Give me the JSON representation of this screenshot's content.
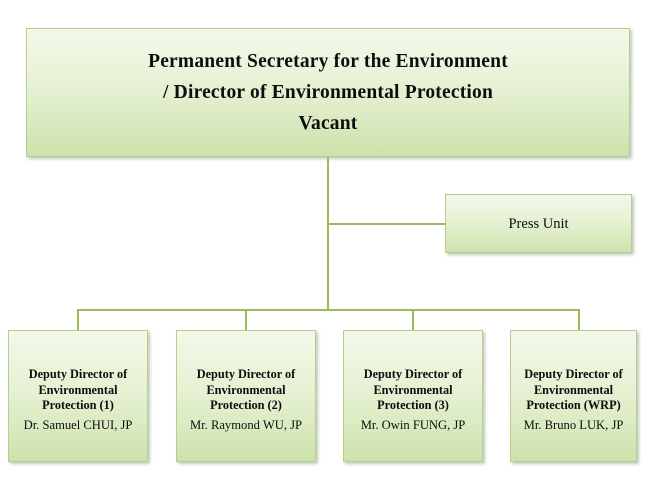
{
  "chart_data": {
    "type": "diagram",
    "diagram_type": "organization-chart",
    "title": "Permanent Secretary for the Environment / Director of Environmental Protection",
    "colors": {
      "box_fill_top": "#f3f8ea",
      "box_fill_bottom": "#cde2ab",
      "box_border": "#b7cf8e",
      "connector": "#9bbb59",
      "text": "#0d0d0d",
      "background": "#ffffff"
    },
    "nodes": [
      {
        "id": "root",
        "level": 0,
        "label": "Permanent Secretary for the Environment / Director of Environmental Protection",
        "status": "Vacant"
      },
      {
        "id": "press",
        "level": 1,
        "label": "Press Unit",
        "relation": "staff"
      },
      {
        "id": "deputy-1",
        "level": 2,
        "label": "Deputy Director of Environmental Protection (1)",
        "person": "Dr. Samuel CHUI, JP"
      },
      {
        "id": "deputy-2",
        "level": 2,
        "label": "Deputy Director of Environmental Protection (2)",
        "person": "Mr. Raymond WU, JP"
      },
      {
        "id": "deputy-3",
        "level": 2,
        "label": "Deputy Director of Environmental Protection (3)",
        "person": "Mr. Owin FUNG, JP"
      },
      {
        "id": "deputy-4",
        "level": 2,
        "label": "Deputy Director of Environmental Protection (WRP)",
        "person": "Mr. Bruno LUK, JP"
      }
    ],
    "edges": [
      {
        "from": "root",
        "to": "press"
      },
      {
        "from": "root",
        "to": "deputy-1"
      },
      {
        "from": "root",
        "to": "deputy-2"
      },
      {
        "from": "root",
        "to": "deputy-3"
      },
      {
        "from": "root",
        "to": "deputy-4"
      }
    ]
  },
  "root": {
    "line1": "Permanent Secretary for the Environment",
    "line2": "/ Director of Environmental Protection",
    "line3": "Vacant"
  },
  "press_unit": {
    "label": "Press Unit"
  },
  "deputies": [
    {
      "title_line1": "Deputy Director of",
      "title_line2": "Environmental",
      "title_line3": "Protection (1)",
      "person": "Dr. Samuel CHUI, JP"
    },
    {
      "title_line1": "Deputy Director of",
      "title_line2": "Environmental",
      "title_line3": "Protection (2)",
      "person": "Mr. Raymond WU, JP"
    },
    {
      "title_line1": "Deputy Director of",
      "title_line2": "Environmental",
      "title_line3": "Protection (3)",
      "person": "Mr. Owin FUNG, JP"
    },
    {
      "title_line1": "Deputy Director of",
      "title_line2": "Environmental",
      "title_line3": "Protection (WRP)",
      "person": "Mr. Bruno LUK, JP"
    }
  ]
}
